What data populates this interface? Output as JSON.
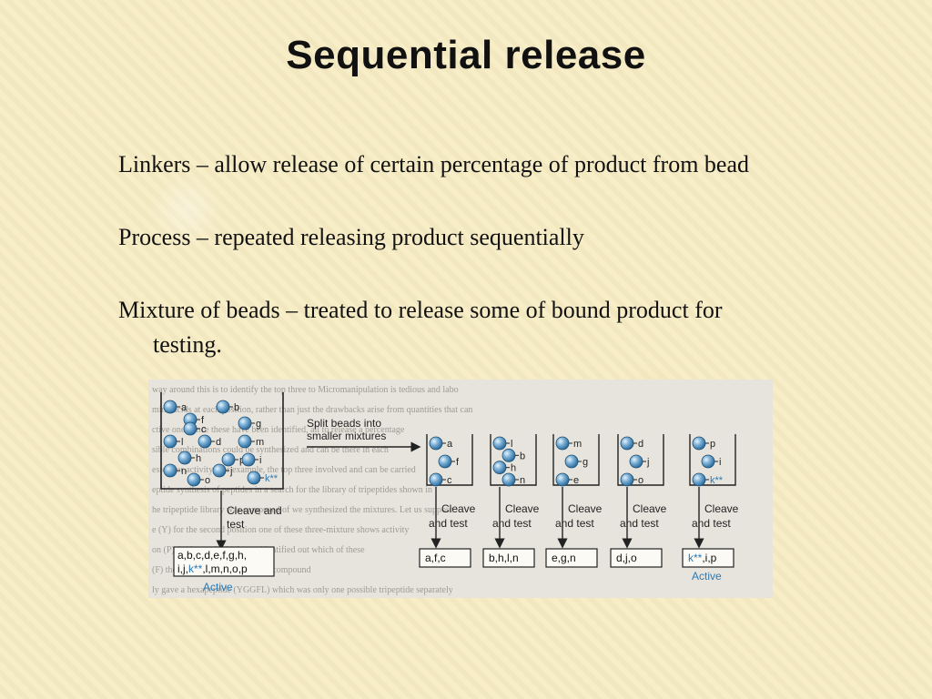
{
  "slide": {
    "title": "Sequential release",
    "bullets": [
      {
        "line1": "Linkers – allow release of certain percentage of product from bead"
      },
      {
        "line1": "Process – repeated releasing product sequentially"
      },
      {
        "line1": "Mixture of beads – treated to release some of bound product for",
        "line2": "testing."
      }
    ]
  },
  "figure": {
    "split_label": [
      "Split beads into",
      "smaller mixtures"
    ],
    "cleave_label": [
      "Cleave and",
      "test"
    ],
    "cleave_label_small": [
      "Cleave",
      "and test"
    ],
    "main_beaker_beads": [
      "a",
      "b",
      "f",
      "c",
      "g",
      "l",
      "d",
      "m",
      "h",
      "p",
      "i",
      "n",
      "j",
      "o",
      "k**"
    ],
    "main_result": [
      "a,b,c,d,e,f,g,h,",
      "i,j,",
      "k**",
      ",l,m,n,o,p"
    ],
    "main_active": "Active",
    "small_beakers": [
      {
        "beads": [
          "a",
          "f",
          "c"
        ],
        "result": "a,f,c"
      },
      {
        "beads": [
          "l",
          "b",
          "h",
          "n"
        ],
        "result": "b,h,l,n"
      },
      {
        "beads": [
          "m",
          "g",
          "e"
        ],
        "result": "e,g,n"
      },
      {
        "beads": [
          "d",
          "j",
          "o"
        ],
        "result": "d,j,o"
      },
      {
        "beads": [
          "p",
          "i",
          "k**"
        ],
        "result_star": "k**",
        "result_rest": ",i,p",
        "active": "Active"
      }
    ],
    "background_text": [
      "way around this is to identify the top three to   Micromanipulation is tedious and labo",
      "mino acids at each position, rather than just the   drawbacks arise from quantities that can",
      "ctive one. Once these have been identified, all   to release a percentage",
      "sible combinations could be synthesized and   can be there in each",
      "ested for activity. For example, the top three   involved and can be carried",
      "eptide synthesis of peptides in a search for   the library of tripeptides shown in",
      "he tripeptide library was composed of   we synthesized the mixtures. Let us suppose",
      "e (Y)   for the second position  one of these three-mixture shows activity",
      "on (P)  A (the pool which was identified out which of these",
      "(F) the third position. The active compound",
      "ly gave a hexapeptide (YGGFL) which was only  one possible tripeptide separately"
    ]
  }
}
